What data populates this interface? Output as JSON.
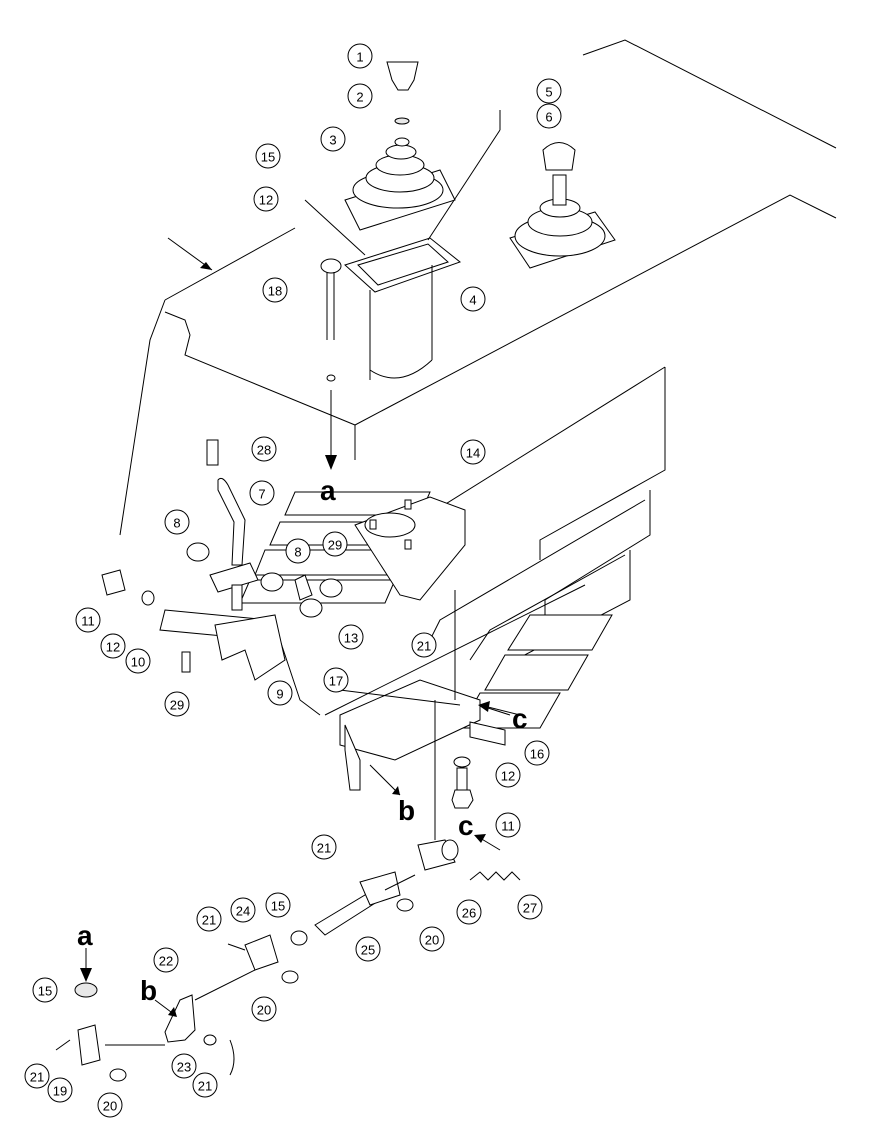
{
  "callouts": [
    "1",
    "2",
    "3",
    "4",
    "5",
    "6",
    "7",
    "8",
    "8",
    "9",
    "10",
    "11",
    "11",
    "12",
    "12",
    "12",
    "13",
    "14",
    "15",
    "15",
    "15",
    "16",
    "17",
    "18",
    "19",
    "20",
    "20",
    "20",
    "21",
    "21",
    "21",
    "21",
    "21",
    "22",
    "23",
    "24",
    "25",
    "26",
    "27",
    "28",
    "29",
    "29"
  ],
  "view_letters": [
    "a",
    "a",
    "b",
    "b",
    "c",
    "c"
  ],
  "icons": [
    "arrow-icon"
  ]
}
